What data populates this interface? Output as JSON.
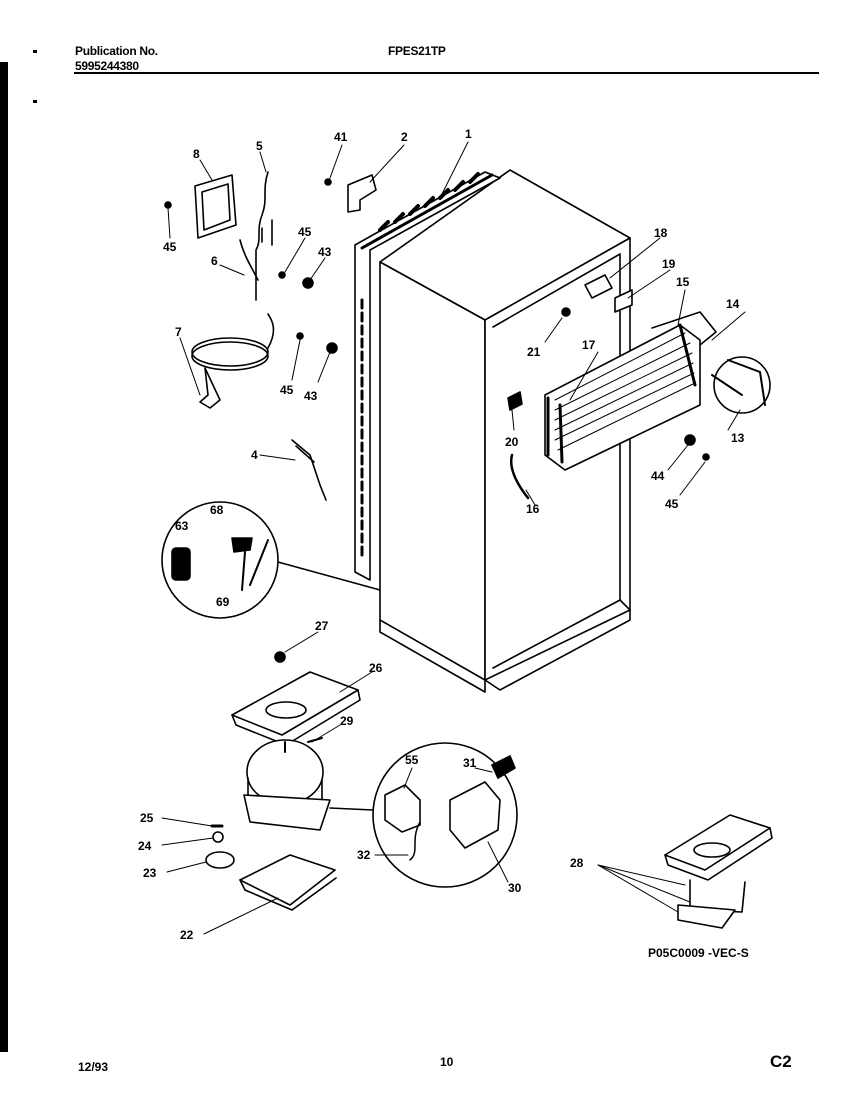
{
  "header": {
    "publication_label": "Publication No.",
    "publication_number": "5995244380",
    "model": "FPES21TP"
  },
  "footer": {
    "date": "12/93",
    "page": "10",
    "section": "C2"
  },
  "diagram_code": "P05C0009 -VEC-S",
  "callouts": [
    "1",
    "2",
    "4",
    "5",
    "6",
    "7",
    "8",
    "13",
    "14",
    "15",
    "16",
    "17",
    "18",
    "19",
    "20",
    "21",
    "22",
    "23",
    "24",
    "25",
    "26",
    "27",
    "28",
    "29",
    "30",
    "31",
    "32",
    "41",
    "43",
    "43",
    "44",
    "45",
    "45",
    "45",
    "45",
    "55",
    "63",
    "68",
    "69"
  ]
}
